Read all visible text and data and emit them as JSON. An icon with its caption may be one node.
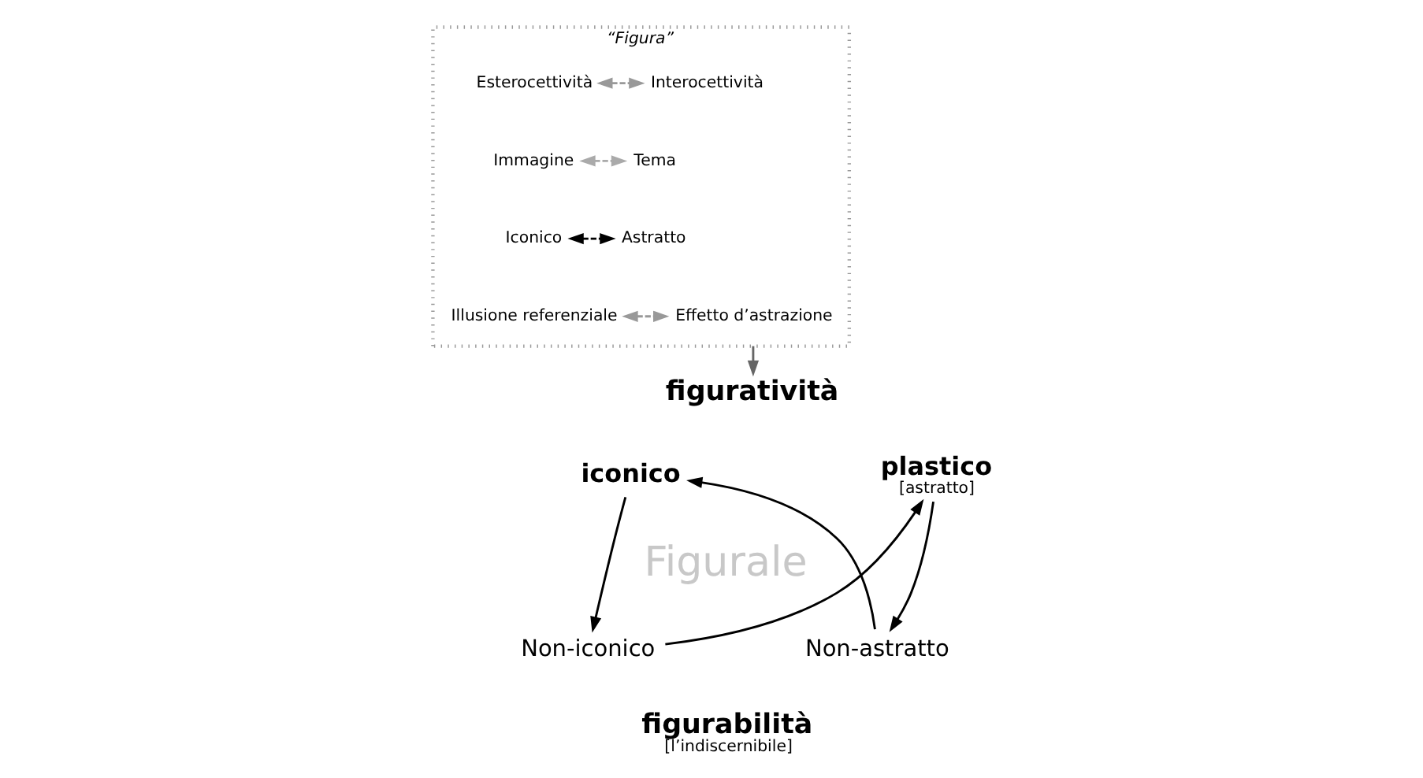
{
  "diagram": {
    "nodes": [
      {
        "text": [
          "“Figura”"
        ]
      },
      {
        "text": [
          "Esterocettività"
        ],
        "in": 0
      },
      {
        "text": [
          "Interocettività"
        ],
        "in": 0
      },
      {
        "text": [
          "Immagine"
        ],
        "in": 0
      },
      {
        "text": [
          "Tema"
        ],
        "in": 0
      },
      {
        "text": [
          "Iconico"
        ],
        "in": 0
      },
      {
        "text": [
          "Astratto"
        ],
        "in": 0
      },
      {
        "text": [
          "Illusione referenziale"
        ],
        "in": 0
      },
      {
        "text": [
          "Effetto d’astrazione"
        ],
        "in": 0
      },
      {
        "text": [
          "figuratività"
        ]
      },
      {
        "text": [
          "iconico"
        ]
      },
      {
        "text": [
          "plastico"
        ],
        "beside": [
          "[astratto]"
        ]
      },
      {
        "text": [
          "Non-astratto"
        ]
      },
      {
        "text": [
          "Non-iconico"
        ]
      },
      {
        "text": [
          "figurabilità"
        ],
        "beside": [
          "[l’indiscernibile]"
        ]
      }
    ],
    "edges": [
      {
        "from": 1,
        "to": 2,
        "arrow": "both",
        "style": "dashed",
        "color": "#999999"
      },
      {
        "from": 3,
        "to": 4,
        "arrow": "both",
        "style": "dashed",
        "color": "#aaaaaa"
      },
      {
        "from": 5,
        "to": 6,
        "arrow": "both",
        "style": "dashed"
      },
      {
        "from": 7,
        "to": 8,
        "arrow": "both",
        "style": "dashed",
        "color": "#999999"
      },
      {
        "from": 0,
        "to": 9,
        "arrow": "to",
        "color": "#666666"
      },
      {
        "from": 10,
        "to": 13,
        "arrow": "to"
      },
      {
        "from": 11,
        "to": 12,
        "arrow": "to"
      },
      {
        "from": 12,
        "to": 10,
        "arrow": "to"
      },
      {
        "from": 13,
        "to": 11,
        "arrow": "to"
      }
    ],
    "labels": [
      "Figurale"
    ]
  }
}
